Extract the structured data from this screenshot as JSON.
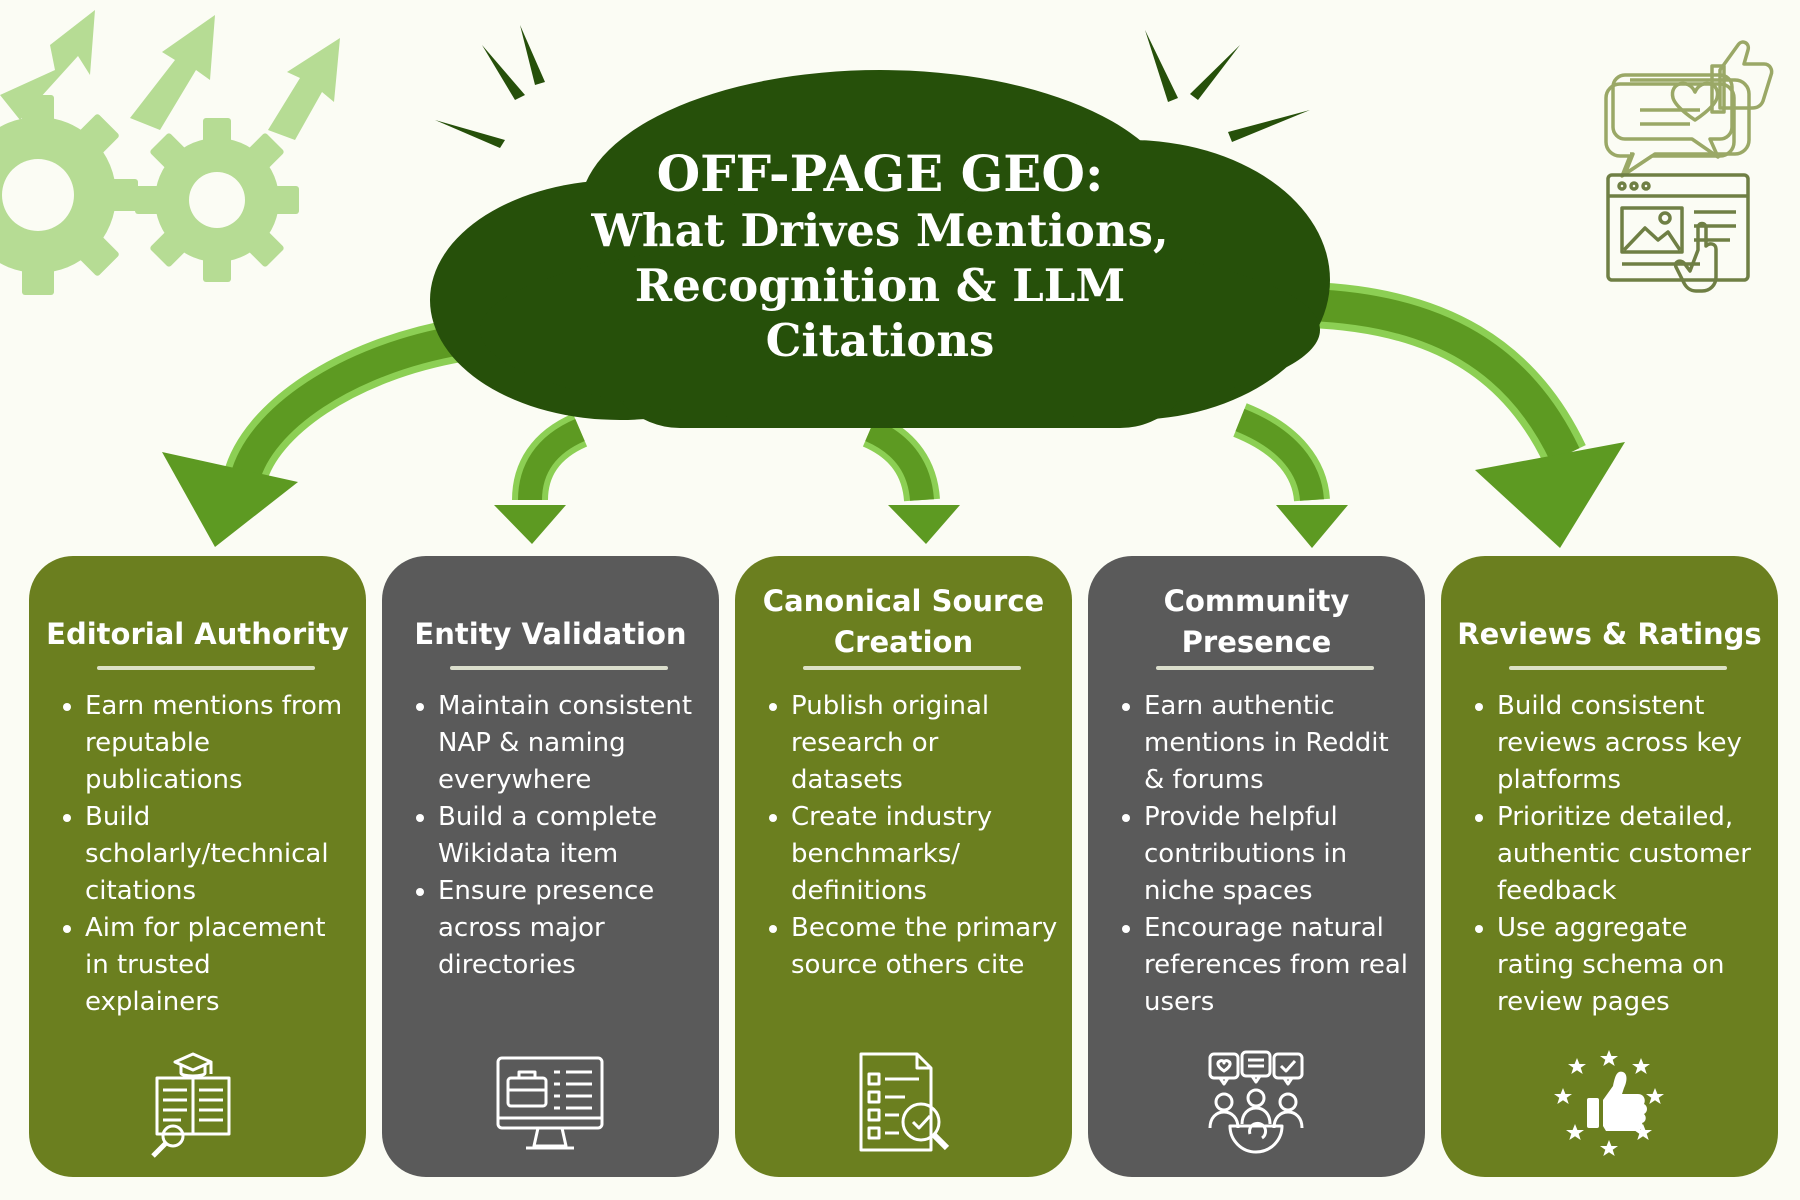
{
  "title": {
    "line1": "OFF-PAGE GEO:",
    "line2": "What Drives Mentions,",
    "line3": "Recognition & LLM",
    "line4": "Citations"
  },
  "colors": {
    "background": "#fbfcf4",
    "cloud": "#26500a",
    "card_green": "#6b7f1f",
    "card_gray": "#5a5a5a",
    "arrow": "#5d9a22",
    "decor_light": "#b6dc94"
  },
  "cards": [
    {
      "title": "Editorial Authority",
      "bullets": [
        "Earn mentions from reputable publications",
        "Build scholarly/technical citations",
        "Aim for placement in trusted explainers"
      ],
      "icon": "book-search-icon"
    },
    {
      "title": "Entity Validation",
      "bullets": [
        "Maintain consistent NAP & naming everywhere",
        "Build a complete Wikidata item",
        "Ensure presence across major directories"
      ],
      "icon": "monitor-briefcase-icon"
    },
    {
      "title": "Canonical Source Creation",
      "bullets": [
        "Publish original research or datasets",
        "Create industry benchmarks/ definitions",
        "Become the primary source others cite"
      ],
      "icon": "checklist-magnifier-icon"
    },
    {
      "title": "Community Presence",
      "bullets": [
        "Earn authentic mentions in Reddit & forums",
        "Provide helpful contributions in niche spaces",
        "Encourage natural references from real users"
      ],
      "icon": "community-icon"
    },
    {
      "title": "Reviews & Ratings",
      "bullets": [
        "Build consistent reviews across key platforms",
        "Prioritize detailed, authentic customer feedback",
        "Use aggregate rating schema on review pages"
      ],
      "icon": "thumbs-up-stars-icon"
    }
  ]
}
